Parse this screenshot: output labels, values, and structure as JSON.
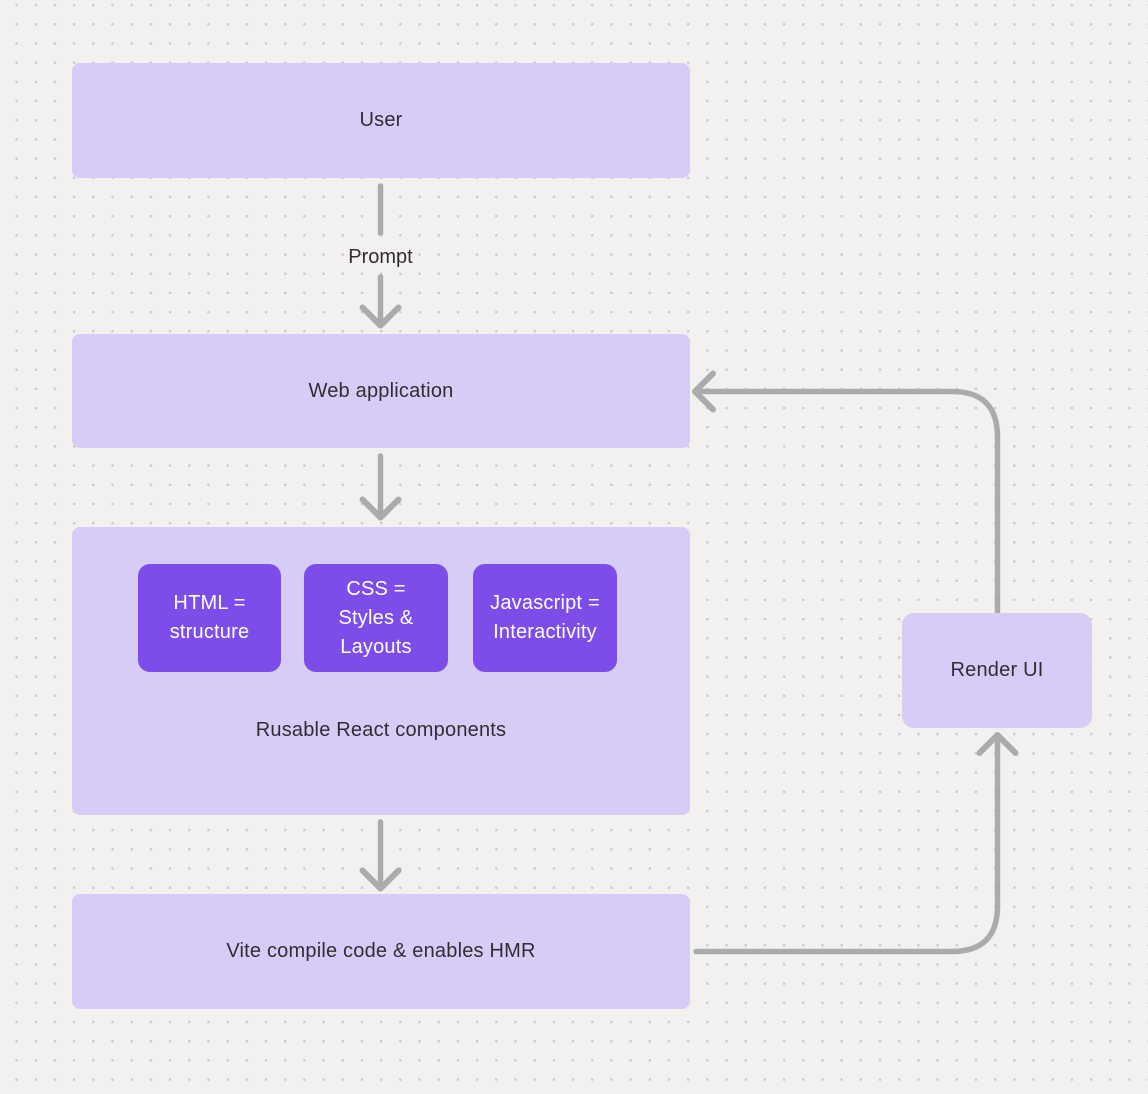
{
  "diagram": {
    "nodes": {
      "user": {
        "label": "User"
      },
      "web_application": {
        "label": "Web application"
      },
      "components_group": {
        "caption": "Rusable React components",
        "children": [
          {
            "label": "HTML = structure"
          },
          {
            "label": "CSS = Styles & Layouts"
          },
          {
            "label": "Javascript = Interactivity"
          }
        ]
      },
      "vite": {
        "label": "Vite compile code & enables HMR"
      },
      "render_ui": {
        "label": "Render UI"
      }
    },
    "edges": [
      {
        "from": "user",
        "to": "web_application",
        "label": "Prompt"
      },
      {
        "from": "web_application",
        "to": "components_group",
        "label": ""
      },
      {
        "from": "components_group",
        "to": "vite",
        "label": ""
      },
      {
        "from": "vite",
        "to": "render_ui",
        "label": ""
      },
      {
        "from": "render_ui",
        "to": "web_application",
        "label": ""
      }
    ],
    "colors": {
      "canvas_bg": "#F2F1F0",
      "grid_dot": "#CBC9C7",
      "node_fill": "#D7CCF5",
      "chip_fill": "#7C4DE9",
      "chip_text": "#FFFFFF",
      "connector": "#ABABAB",
      "text": "#312D33"
    }
  }
}
